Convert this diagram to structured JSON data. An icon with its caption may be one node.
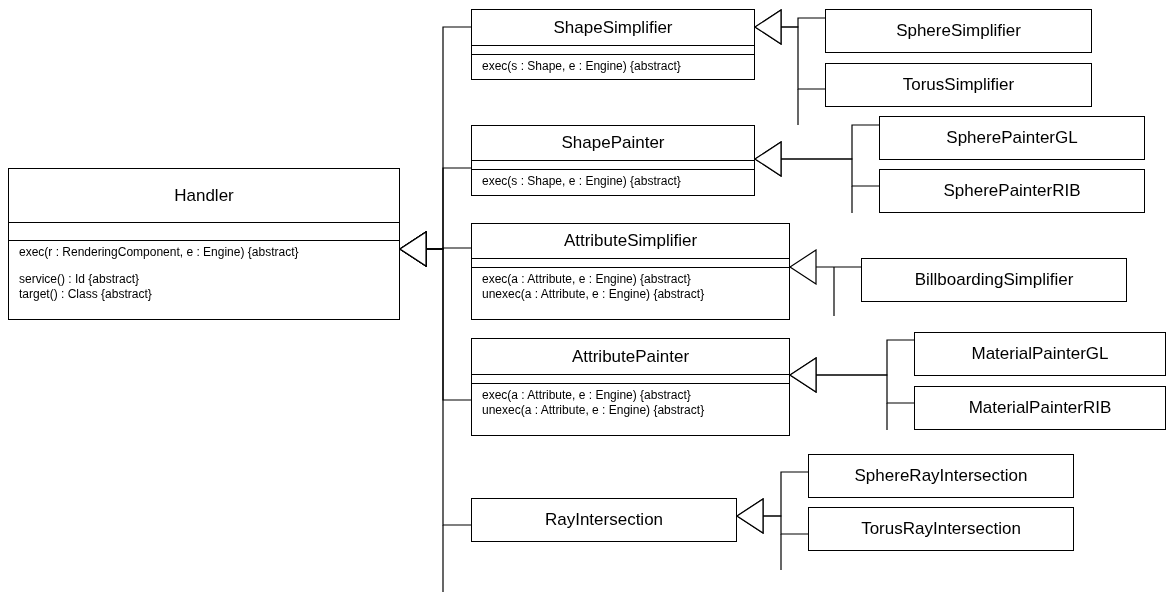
{
  "diagram": {
    "nodes": [
      {
        "text": [
          "Handler",
          "exec(r : RenderingComponent, e : Engine) {abstract}",
          "service() : Id {abstract}",
          "target() : Class {abstract}"
        ]
      },
      {
        "text": [
          "ShapeSimplifier",
          "exec(s : Shape, e : Engine) {abstract}"
        ]
      },
      {
        "text": [
          "ShapePainter",
          "exec(s : Shape, e : Engine) {abstract}"
        ]
      },
      {
        "text": [
          "AttributeSimplifier",
          "exec(a : Attribute, e : Engine) {abstract}",
          "unexec(a : Attribute, e : Engine) {abstract}"
        ]
      },
      {
        "text": [
          "AttributePainter",
          "exec(a : Attribute, e : Engine) {abstract}",
          "unexec(a : Attribute, e : Engine) {abstract}"
        ]
      },
      {
        "text": [
          "RayIntersection"
        ]
      },
      {
        "text": [
          "SphereSimplifier"
        ]
      },
      {
        "text": [
          "TorusSimplifier"
        ]
      },
      {
        "text": [
          "SpherePainterGL"
        ]
      },
      {
        "text": [
          "SpherePainterRIB"
        ]
      },
      {
        "text": [
          "BillboardingSimplifier"
        ]
      },
      {
        "text": [
          "MaterialPainterGL"
        ]
      },
      {
        "text": [
          "MaterialPainterRIB"
        ]
      },
      {
        "text": [
          "SphereRayIntersection"
        ]
      },
      {
        "text": [
          "TorusRayIntersection"
        ]
      }
    ],
    "edges": [
      {
        "from": 1,
        "to": 0,
        "arrow": "to"
      },
      {
        "from": 2,
        "to": 0,
        "arrow": "to"
      },
      {
        "from": 3,
        "to": 0,
        "arrow": "to"
      },
      {
        "from": 4,
        "to": 0,
        "arrow": "to"
      },
      {
        "from": 5,
        "to": 0,
        "arrow": "to"
      },
      {
        "from": 6,
        "to": 1,
        "arrow": "to"
      },
      {
        "from": 7,
        "to": 1,
        "arrow": "to"
      },
      {
        "from": 8,
        "to": 2,
        "arrow": "to"
      },
      {
        "from": 9,
        "to": 2,
        "arrow": "to"
      },
      {
        "from": 10,
        "to": 3,
        "arrow": "to"
      },
      {
        "from": 11,
        "to": 4,
        "arrow": "to"
      },
      {
        "from": 12,
        "to": 4,
        "arrow": "to"
      },
      {
        "from": 13,
        "to": 5,
        "arrow": "to"
      },
      {
        "from": 14,
        "to": 5,
        "arrow": "to"
      }
    ]
  }
}
